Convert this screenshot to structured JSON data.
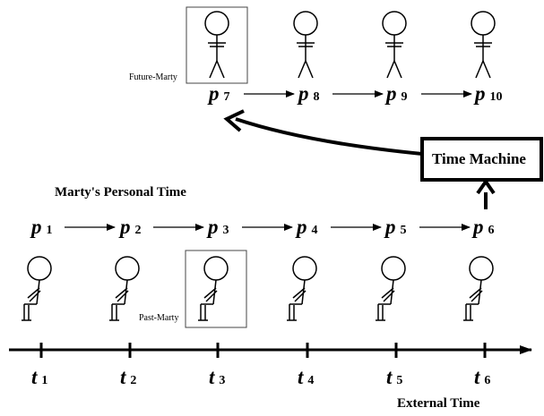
{
  "diagram": {
    "personal_time_label": "Marty's Personal Time",
    "external_time_label": "External Time",
    "time_machine_label": "Time Machine",
    "future_marty_label": "Future-Marty",
    "past_marty_label": "Past-Marty",
    "personal_nodes_lower": [
      {
        "letter": "p",
        "num": "1"
      },
      {
        "letter": "p",
        "num": "2"
      },
      {
        "letter": "p",
        "num": "3"
      },
      {
        "letter": "p",
        "num": "4"
      },
      {
        "letter": "p",
        "num": "5"
      },
      {
        "letter": "p",
        "num": "6"
      }
    ],
    "personal_nodes_upper": [
      {
        "letter": "p",
        "num": "7"
      },
      {
        "letter": "p",
        "num": "8"
      },
      {
        "letter": "p",
        "num": "9"
      },
      {
        "letter": "p",
        "num": "10"
      }
    ],
    "external_ticks": [
      {
        "letter": "t",
        "num": "1"
      },
      {
        "letter": "t",
        "num": "2"
      },
      {
        "letter": "t",
        "num": "3"
      },
      {
        "letter": "t",
        "num": "4"
      },
      {
        "letter": "t",
        "num": "5"
      },
      {
        "letter": "t",
        "num": "6"
      }
    ],
    "standing_figure_icon": "standing-stick-figure",
    "sitting_figure_icon": "sitting-stick-figure"
  }
}
